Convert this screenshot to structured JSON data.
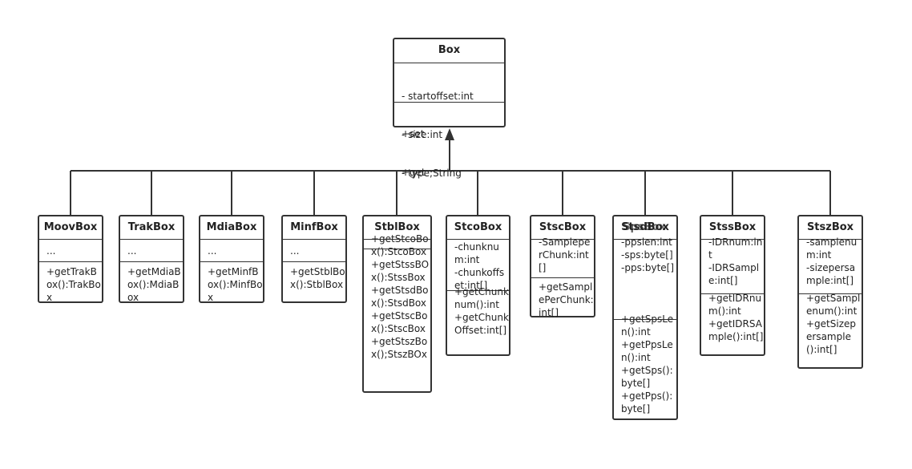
{
  "parent": {
    "name": "Box",
    "attributes": [
      "- startoffset:int",
      "- size:int",
      "- type;String"
    ],
    "methods": [
      "+set",
      "+get"
    ]
  },
  "children": [
    {
      "name": "MoovBox",
      "attributes": "...",
      "methods": "+getTrakBox():TrakBox"
    },
    {
      "name": "TrakBox",
      "attributes": "...",
      "methods": "+getMdiaBox():MdiaBox"
    },
    {
      "name": "MdiaBox",
      "attributes": "...",
      "methods": "+getMinfBox():MinfBox"
    },
    {
      "name": "MinfBox",
      "attributes": "...",
      "methods": "+getStblBox():StblBox"
    },
    {
      "name": "StblBox",
      "attributes": "",
      "methods": "+getStcoBox():StcoBox\n+getStssBOx():StssBox\n+getStsdBox():StsdBox\n+getStscBox():StscBox\n+getStszBox();StszBOx"
    },
    {
      "name": "StcoBox",
      "attributes": "-chunknum:int\n-chunkoffset:int[]",
      "methods": "+getChunknum():int\n+getChunkOffset:int[]"
    },
    {
      "name": "StscBox",
      "attributes": "-SampleperChunk:int[]",
      "methods": "+getSamplePerChunk:int[]"
    },
    {
      "name": "StsdBox",
      "overlay_title": "SpsBox",
      "attributes": "-ppslen:int\n-sps:byte[]\n-pps:byte[]",
      "methods": "+getSpsLen():int\n+getPpsLen():int\n+getSps():byte[]\n+getPps():byte[]"
    },
    {
      "name": "StssBox",
      "attributes": "-IDRnum:int\n-IDRSample:int[]",
      "methods": "+getIDRnum():int\n+getIDRSAmple():int[]"
    },
    {
      "name": "StszBox",
      "attributes": "-samplenum:int\n-sizepersample:int[]",
      "methods": "+getSamplenum():int\n+getSizepersample():int[]"
    }
  ]
}
